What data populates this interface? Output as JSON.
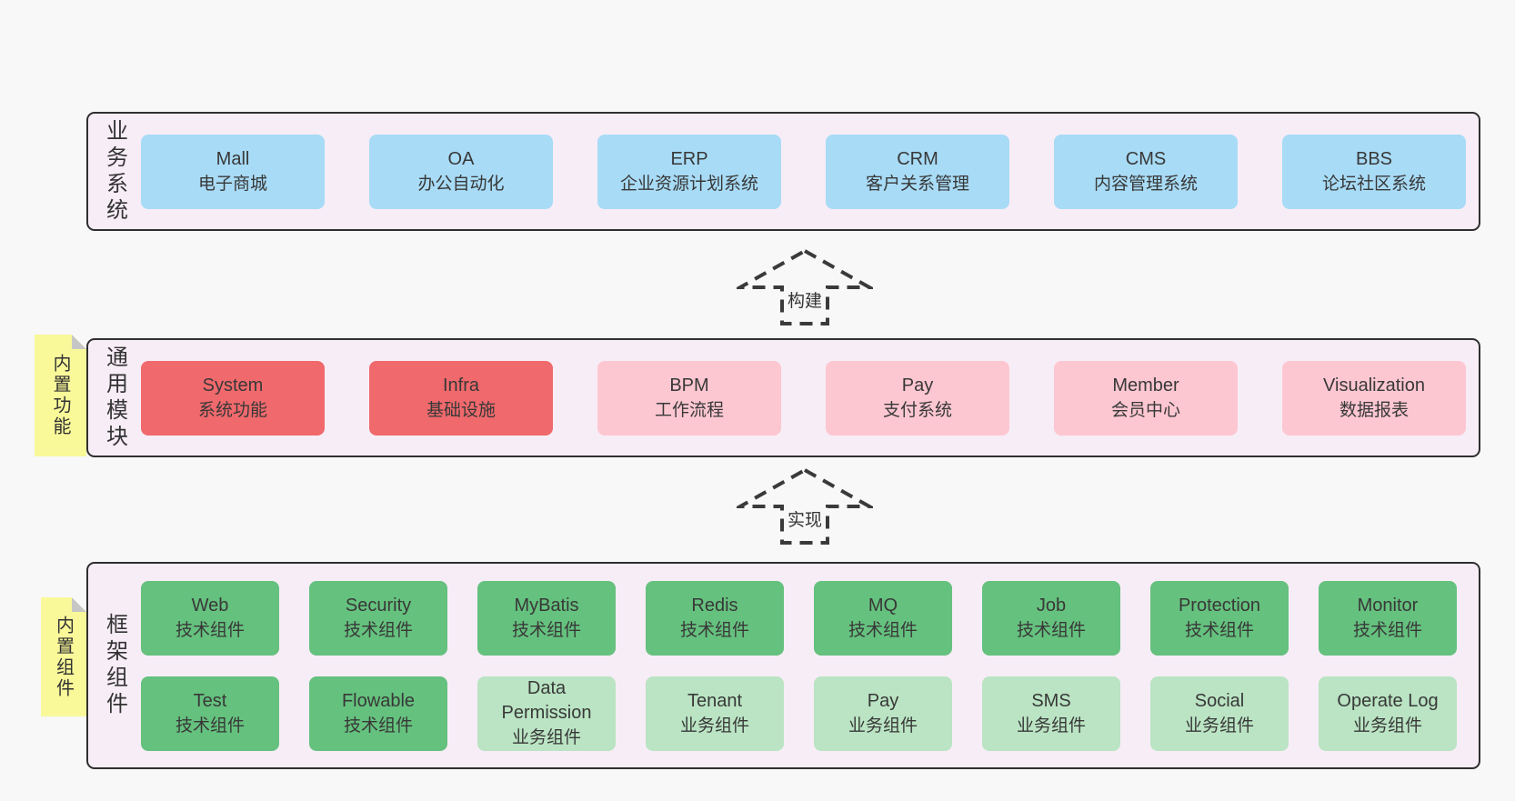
{
  "sections": [
    {
      "label": "业务系统",
      "boxes": [
        {
          "name": "Mall",
          "desc": "电子商城",
          "variant": "blue"
        },
        {
          "name": "OA",
          "desc": "办公自动化",
          "variant": "blue"
        },
        {
          "name": "ERP",
          "desc": "企业资源计划系统",
          "variant": "blue"
        },
        {
          "name": "CRM",
          "desc": "客户关系管理",
          "variant": "blue"
        },
        {
          "name": "CMS",
          "desc": "内容管理系统",
          "variant": "blue"
        },
        {
          "name": "BBS",
          "desc": "论坛社区系统",
          "variant": "blue"
        }
      ]
    },
    {
      "tag": "内置功能",
      "label": "通用模块",
      "boxes": [
        {
          "name": "System",
          "desc": "系统功能",
          "variant": "red"
        },
        {
          "name": "Infra",
          "desc": "基础设施",
          "variant": "red"
        },
        {
          "name": "BPM",
          "desc": "工作流程",
          "variant": "pink"
        },
        {
          "name": "Pay",
          "desc": "支付系统",
          "variant": "pink"
        },
        {
          "name": "Member",
          "desc": "会员中心",
          "variant": "pink"
        },
        {
          "name": "Visualization",
          "desc": "数据报表",
          "variant": "pink"
        }
      ]
    },
    {
      "tag": "内置组件",
      "label": "框架组件",
      "rows": [
        [
          {
            "name": "Web",
            "desc": "技术组件",
            "variant": "green"
          },
          {
            "name": "Security",
            "desc": "技术组件",
            "variant": "green"
          },
          {
            "name": "MyBatis",
            "desc": "技术组件",
            "variant": "green"
          },
          {
            "name": "Redis",
            "desc": "技术组件",
            "variant": "green"
          },
          {
            "name": "MQ",
            "desc": "技术组件",
            "variant": "green"
          },
          {
            "name": "Job",
            "desc": "技术组件",
            "variant": "green"
          },
          {
            "name": "Protection",
            "desc": "技术组件",
            "variant": "green"
          },
          {
            "name": "Monitor",
            "desc": "技术组件",
            "variant": "green"
          }
        ],
        [
          {
            "name": "Test",
            "desc": "技术组件",
            "variant": "green"
          },
          {
            "name": "Flowable",
            "desc": "技术组件",
            "variant": "green"
          },
          {
            "name": "Data Permission",
            "desc": "业务组件",
            "variant": "lightgreen"
          },
          {
            "name": "Tenant",
            "desc": "业务组件",
            "variant": "lightgreen"
          },
          {
            "name": "Pay",
            "desc": "业务组件",
            "variant": "lightgreen"
          },
          {
            "name": "SMS",
            "desc": "业务组件",
            "variant": "lightgreen"
          },
          {
            "name": "Social",
            "desc": "业务组件",
            "variant": "lightgreen"
          },
          {
            "name": "Operate Log",
            "desc": "业务组件",
            "variant": "lightgreen"
          }
        ]
      ]
    }
  ],
  "arrows": [
    {
      "label": "构建"
    },
    {
      "label": "实现"
    }
  ],
  "colors": {
    "page_bg": "#f8f8f8",
    "section_bg": "#f7edf6",
    "section_border": "#2f2f2f",
    "blue": "#a8dbf6",
    "red": "#f0696c",
    "pink": "#fdc7d2",
    "green": "#65c17e",
    "light_green": "#bae4c3",
    "sticky_yellow": "#f9f99a",
    "fold_gray": "#c6c6c6",
    "arrow_stroke": "#3a3a3a"
  }
}
